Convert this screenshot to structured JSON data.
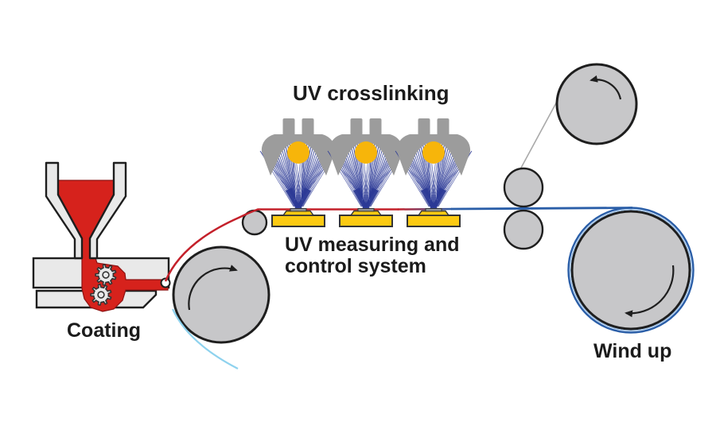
{
  "labels": {
    "uv_crosslinking": "UV crosslinking",
    "uv_measuring_line1": "UV measuring and",
    "uv_measuring_line2": "control system",
    "coating": "Coating",
    "wind_up": "Wind up"
  },
  "colors": {
    "coating_red": "#d6221c",
    "coating_red_edge": "#8c1212",
    "web_red": "#c4202a",
    "web_blue": "#2a5ea8",
    "web_blue_light": "#9cc0e6",
    "web_cyan": "#8ed2ee",
    "ray_blue": "#2c3a96",
    "lamp_yellow": "#f7b50a",
    "sensor_yellow": "#fcca12",
    "sensor_chip_gray": "#93969b",
    "roller_gray": "#c7c7c9",
    "housing_gray": "#9c9c9c",
    "machine_gray": "#e9e9e9",
    "outline_dark": "#1e1e1e",
    "guide_line_gray": "#a9a9a9"
  },
  "components": {
    "uv_lamp_count": 3,
    "uv_sensor_count": 3,
    "gear_count": 2
  }
}
